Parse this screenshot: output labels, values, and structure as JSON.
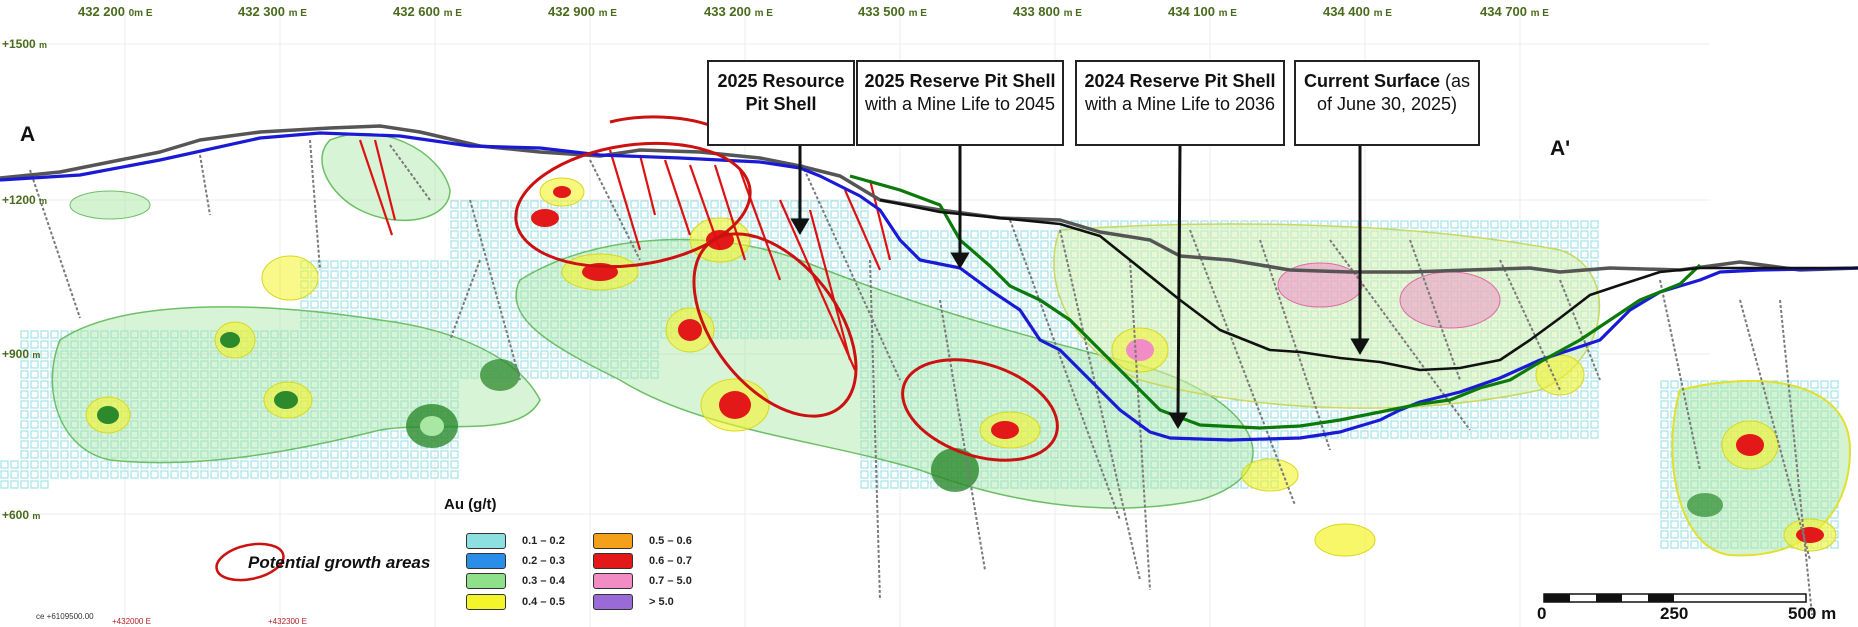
{
  "colors": {
    "reserve_2025": "#1a1ad6",
    "reserve_2024": "#0b7a0b",
    "current_surface": "#111111",
    "topography": "#555555",
    "growth_ellipse": "#cc1111",
    "axis_label": "#4a6b1e"
  },
  "section_labels": {
    "left": "A",
    "right": "A'"
  },
  "easting_labels": [
    {
      "main": "432 200",
      "unit": "0m E"
    },
    {
      "main": "432 300",
      "unit": "m E"
    },
    {
      "main": "432 600",
      "unit": "m E"
    },
    {
      "main": "432 900",
      "unit": "m E"
    },
    {
      "main": "433 200",
      "unit": "m E"
    },
    {
      "main": "433 500",
      "unit": "m E"
    },
    {
      "main": "433 800",
      "unit": "m E"
    },
    {
      "main": "434 100",
      "unit": "m E"
    },
    {
      "main": "434 400",
      "unit": "m E"
    },
    {
      "main": "434 700",
      "unit": "m E"
    }
  ],
  "elevation_labels": [
    {
      "main": "+1500",
      "unit": "m"
    },
    {
      "main": "+1200",
      "unit": "m"
    },
    {
      "main": "+900",
      "unit": "m"
    },
    {
      "main": "+600",
      "unit": "m"
    }
  ],
  "callouts": {
    "resource_2025": {
      "bold": "2025 Resource Pit Shell"
    },
    "reserve_2025": {
      "bold": "2025 Reserve Pit Shell",
      "rest": " with a Mine Life to 2045"
    },
    "reserve_2024": {
      "bold": "2024 Reserve Pit Shell",
      "rest": " with a Mine Life to 2036"
    },
    "current_surface": {
      "bold": "Current Surface",
      "rest": " (as of June 30, 2025)"
    }
  },
  "legend": {
    "title": "Au (g/t)",
    "items": [
      {
        "label": "0.1 – 0.2",
        "color": "#8ee0e0"
      },
      {
        "label": "0.2 – 0.3",
        "color": "#2a8ee8"
      },
      {
        "label": "0.3 – 0.4",
        "color": "#8fe08a"
      },
      {
        "label": "0.4 – 0.5",
        "color": "#f4f42a"
      },
      {
        "label": "0.5 – 0.6",
        "color": "#f5a01a"
      },
      {
        "label": "0.6 – 0.7",
        "color": "#e31818"
      },
      {
        "label": "0.7 – 5.0",
        "color": "#f28cc4"
      },
      {
        "label": "> 5.0",
        "color": "#9a6ad6"
      }
    ]
  },
  "growth_label": "Potential growth areas",
  "scale_bar": {
    "start": "0",
    "mid": "250",
    "end": "500 m"
  },
  "small_coords": {
    "northing": "ce +6109500.00",
    "east_a": "+432000 E",
    "east_b": "+432300 E"
  }
}
